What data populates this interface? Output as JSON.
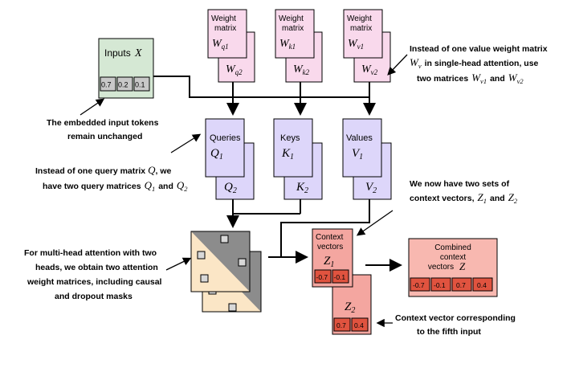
{
  "inputs": {
    "label": "Inputs",
    "symbol": "X",
    "values": [
      "0.7",
      "0.2",
      "0.1"
    ]
  },
  "weights": {
    "label_line1": "Weight",
    "label_line2": "matrix",
    "query": {
      "sym": "W",
      "sub1": "q1",
      "sub2": "q2"
    },
    "key": {
      "sym": "W",
      "sub1": "k1",
      "sub2": "k2"
    },
    "value": {
      "sym": "W",
      "sub1": "v1",
      "sub2": "v2"
    }
  },
  "projections": {
    "queries": {
      "label": "Queries",
      "sym": "Q",
      "sub1": "1",
      "sub2": "2"
    },
    "keys": {
      "label": "Keys",
      "sym": "K",
      "sub1": "1",
      "sub2": "2"
    },
    "values": {
      "label": "Values",
      "sym": "V",
      "sub1": "1",
      "sub2": "2"
    }
  },
  "context": {
    "line1": "Context",
    "line2": "vectors",
    "sym": "Z",
    "sub1": "1",
    "sub2": "2",
    "z1_values": [
      "-0.7",
      "-0.1"
    ],
    "z2_values": [
      "0.7",
      "0.4"
    ]
  },
  "combined": {
    "line1": "Combined",
    "line2": "context",
    "line3": "vectors",
    "sym": "Z",
    "values": [
      "-0.7",
      "-0.1",
      "0.7",
      "0.4"
    ]
  },
  "annotations": {
    "value_note": {
      "line1": "Instead of one value weight matrix",
      "line2_a": "in single-head attention, use",
      "line3_a": "two matrices",
      "line3_b": "and"
    },
    "inputs_note": {
      "line1": "The embedded input tokens",
      "line2": "remain unchanged"
    },
    "query_note": {
      "line1": "Instead of one query matrix",
      "line1_end": ", we",
      "line2": "have two query matrices",
      "line2_mid": "and"
    },
    "context_note": {
      "line1": "We now have two sets of",
      "line2": "context vectors,",
      "line2_mid": "and"
    },
    "attention_note": {
      "line1": "For multi-head attention with two",
      "line2": "heads, we obtain two attention",
      "line3": "weight matrices, including causal",
      "line4": "and dropout masks"
    },
    "fifth_note": {
      "line1": "Context vector corresponding",
      "line2": "to the fifth input"
    }
  },
  "colors": {
    "inputs_fill": "#d5e8d4",
    "weight_fill": "#f9d9ec",
    "projection_fill": "#ddd6fa",
    "context_fill": "#f4a6a0",
    "combined_fill": "#f8b8b0",
    "value_cell": "#e0533f",
    "attn_light": "#fbe6c6",
    "attn_dark": "#8c8c8c"
  }
}
